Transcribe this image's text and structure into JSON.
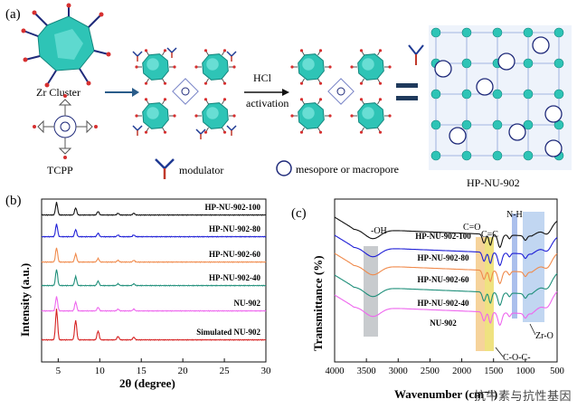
{
  "panel_a": {
    "label": "(a)",
    "zr_cluster": "Zr Cluster",
    "tcpp": "TCPP",
    "hcl": "HCl",
    "activation": "activation",
    "modulator": "modulator",
    "mesopore": "mesopore or macropore",
    "product": "HP-NU-902",
    "colors": {
      "cluster": "#2ec4b6",
      "pore": "#1f2a7a",
      "modulator_blue": "#1f3a93",
      "modulator_red": "#c0392b"
    }
  },
  "chart_data": [
    {
      "type": "line",
      "panel": "(b)",
      "xlabel": "2θ (degree)",
      "ylabel": "Intensity (a.u.)",
      "xlim": [
        3,
        30
      ],
      "xticks": [
        "5",
        "10",
        "15",
        "20",
        "25",
        "30"
      ],
      "peaks_2theta": [
        4.8,
        7.1,
        9.8,
        12.2,
        14.1
      ],
      "series": [
        {
          "name": "HP-NU-902-100",
          "color": "#111111"
        },
        {
          "name": "HP-NU-902-80",
          "color": "#1f1fd6"
        },
        {
          "name": "HP-NU-902-60",
          "color": "#f08a4b"
        },
        {
          "name": "HP-NU-902-40",
          "color": "#1f8f7a"
        },
        {
          "name": "NU-902",
          "color": "#ee66ee"
        },
        {
          "name": "Simulated NU-902",
          "color": "#d62020"
        }
      ]
    },
    {
      "type": "line",
      "panel": "(c)",
      "xlabel": "Wavenumber (cm⁻¹)",
      "ylabel": "Transmittance (%)",
      "xlim": [
        4000,
        500
      ],
      "xticks": [
        "4000",
        "3500",
        "3000",
        "2500",
        "2000",
        "1500",
        "1000",
        "500"
      ],
      "series": [
        {
          "name": "HP-NU-902-100",
          "color": "#111111"
        },
        {
          "name": "HP-NU-902-80",
          "color": "#1f1fd6"
        },
        {
          "name": "HP-NU-902-60",
          "color": "#f08a4b"
        },
        {
          "name": "HP-NU-902-40",
          "color": "#1f8f7a"
        },
        {
          "name": "NU-902",
          "color": "#ee66ee"
        }
      ],
      "annotations": [
        "-OH",
        "C=O",
        "C=C",
        "N-H",
        "C-O-C-",
        "Zr-O"
      ]
    }
  ],
  "watermark": "抗牛素与抗性基因"
}
